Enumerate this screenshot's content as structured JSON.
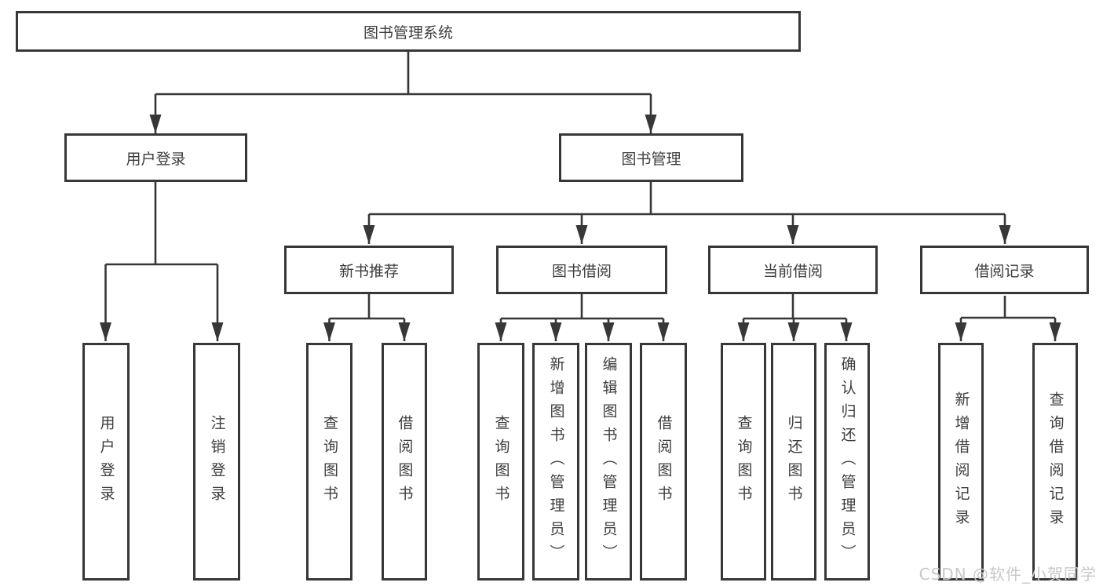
{
  "tree": {
    "label": "图书管理系统",
    "children": [
      {
        "label": "用户登录",
        "children": [
          {
            "label": "用户登录"
          },
          {
            "label": "注销登录"
          }
        ]
      },
      {
        "label": "图书管理",
        "children": [
          {
            "label": "新书推荐",
            "children": [
              {
                "label": "查询图书"
              },
              {
                "label": "借阅图书"
              }
            ]
          },
          {
            "label": "图书借阅",
            "children": [
              {
                "label": "查询图书"
              },
              {
                "label": "新增图书（管理员）"
              },
              {
                "label": "编辑图书（管理员）"
              },
              {
                "label": "借阅图书"
              }
            ]
          },
          {
            "label": "当前借阅",
            "children": [
              {
                "label": "查询图书"
              },
              {
                "label": "归还图书"
              },
              {
                "label": "确认归还（管理员）"
              }
            ]
          },
          {
            "label": "借阅记录",
            "children": [
              {
                "label": "新增借阅记录"
              },
              {
                "label": "查询借阅记录"
              }
            ]
          }
        ]
      }
    ]
  },
  "watermark": {
    "text": "CSDN @软件_小贺同学"
  },
  "colors": {
    "line": "#373737",
    "text": "#3d3d3d",
    "watermark_text": "#c8c8c8",
    "background": "#ffffff"
  }
}
